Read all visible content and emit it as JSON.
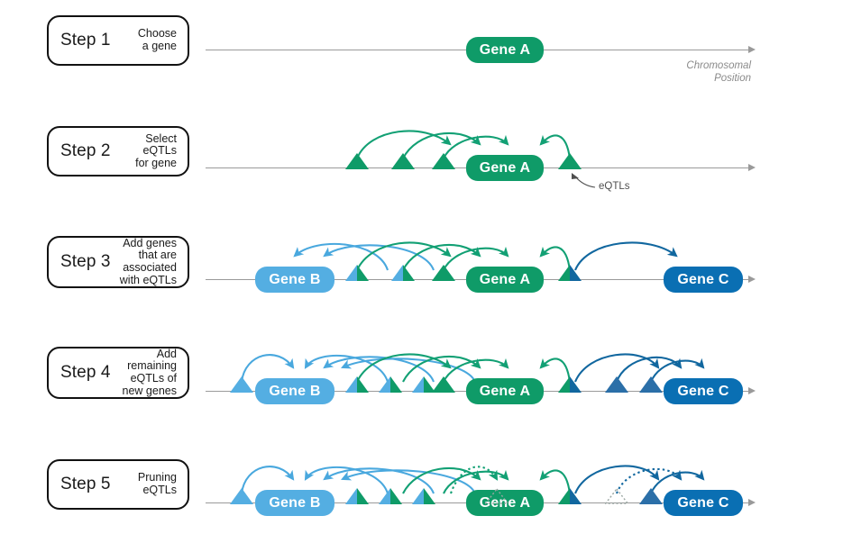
{
  "figure": {
    "title": "eQTL gene network construction workflow",
    "colors": {
      "gene_a_green": "#0f9b68",
      "gene_b_light_blue": "#54aee2",
      "gene_c_dark_blue": "#0a6fb3",
      "arc_green": "#12a074",
      "arc_light_blue": "#49a8de",
      "arc_dark_blue": "#11679f",
      "axis_gray": "#9a9a9a",
      "text_dark": "#1a1a1a",
      "note_gray": "#8a8a8a"
    },
    "axis_label": "Chromosomal\nPosition",
    "eqtl_label": "eQTLs"
  },
  "steps": [
    {
      "id": "step-1",
      "number": "Step 1",
      "description": "Choose\na gene",
      "genes": [
        {
          "label": "Gene A",
          "color": "green"
        }
      ],
      "eqtl_count": 0,
      "arc_count": 0
    },
    {
      "id": "step-2",
      "number": "Step 2",
      "description": "Select\neQTLs\nfor gene",
      "genes": [
        {
          "label": "Gene A",
          "color": "green"
        }
      ],
      "eqtl_count": 4,
      "arc_count": 4
    },
    {
      "id": "step-3",
      "number": "Step 3",
      "description": "Add genes\nthat are\nassociated\nwith eQTLs",
      "genes": [
        {
          "label": "Gene B",
          "color": "light-blue"
        },
        {
          "label": "Gene A",
          "color": "green"
        },
        {
          "label": "Gene C",
          "color": "dark-blue"
        }
      ],
      "eqtl_count": 4,
      "arc_count": 8
    },
    {
      "id": "step-4",
      "number": "Step 4",
      "description": "Add\nremaining\neQTLs of\nnew genes",
      "genes": [
        {
          "label": "Gene B",
          "color": "light-blue"
        },
        {
          "label": "Gene A",
          "color": "green"
        },
        {
          "label": "Gene C",
          "color": "dark-blue"
        }
      ],
      "eqtl_count": 8,
      "arc_count": 14
    },
    {
      "id": "step-5",
      "number": "Step 5",
      "description": "Pruning\neQTLs",
      "genes": [
        {
          "label": "Gene B",
          "color": "light-blue"
        },
        {
          "label": "Gene A",
          "color": "green"
        },
        {
          "label": "Gene C",
          "color": "dark-blue"
        }
      ],
      "eqtl_count": 8,
      "pruned_eqtl_count": 2,
      "arc_count": 14
    }
  ],
  "labels": {
    "gene_a": "Gene A",
    "gene_b": "Gene B",
    "gene_c": "Gene C",
    "step1_num": "Step 1",
    "step1_desc": "Choose\na gene",
    "step2_num": "Step 2",
    "step2_desc": "Select\neQTLs\nfor gene",
    "step3_num": "Step 3",
    "step3_desc": "Add genes\nthat are\nassociated\nwith eQTLs",
    "step4_num": "Step 4",
    "step4_desc": "Add\nremaining\neQTLs of\nnew genes",
    "step5_num": "Step 5",
    "step5_desc": "Pruning\neQTLs",
    "chromosomal_position": "Chromosomal\nPosition",
    "eqtls": "eQTLs"
  }
}
